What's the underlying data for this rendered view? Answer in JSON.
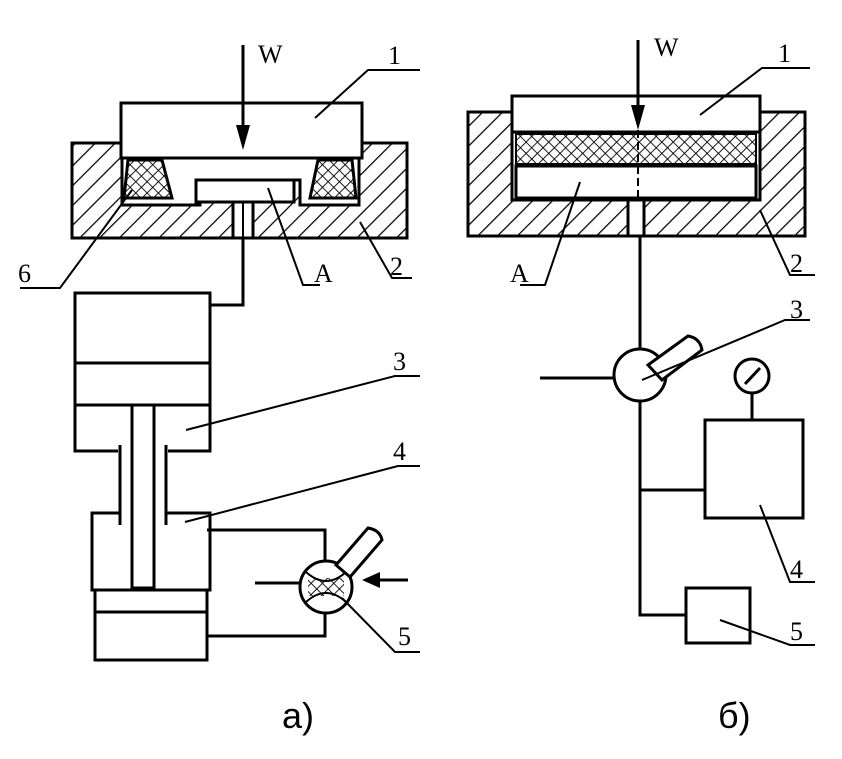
{
  "diagram_a": {
    "force_label": "W",
    "labels": {
      "n1": "1",
      "n2": "2",
      "n3": "3",
      "n4": "4",
      "n5": "5",
      "n6": "6",
      "cavity": "A"
    },
    "caption": "а)"
  },
  "diagram_b": {
    "force_label": "W",
    "labels": {
      "n1": "1",
      "n2": "2",
      "n3": "3",
      "n4": "4",
      "n5": "5",
      "cavity": "A"
    },
    "caption": "б)"
  }
}
